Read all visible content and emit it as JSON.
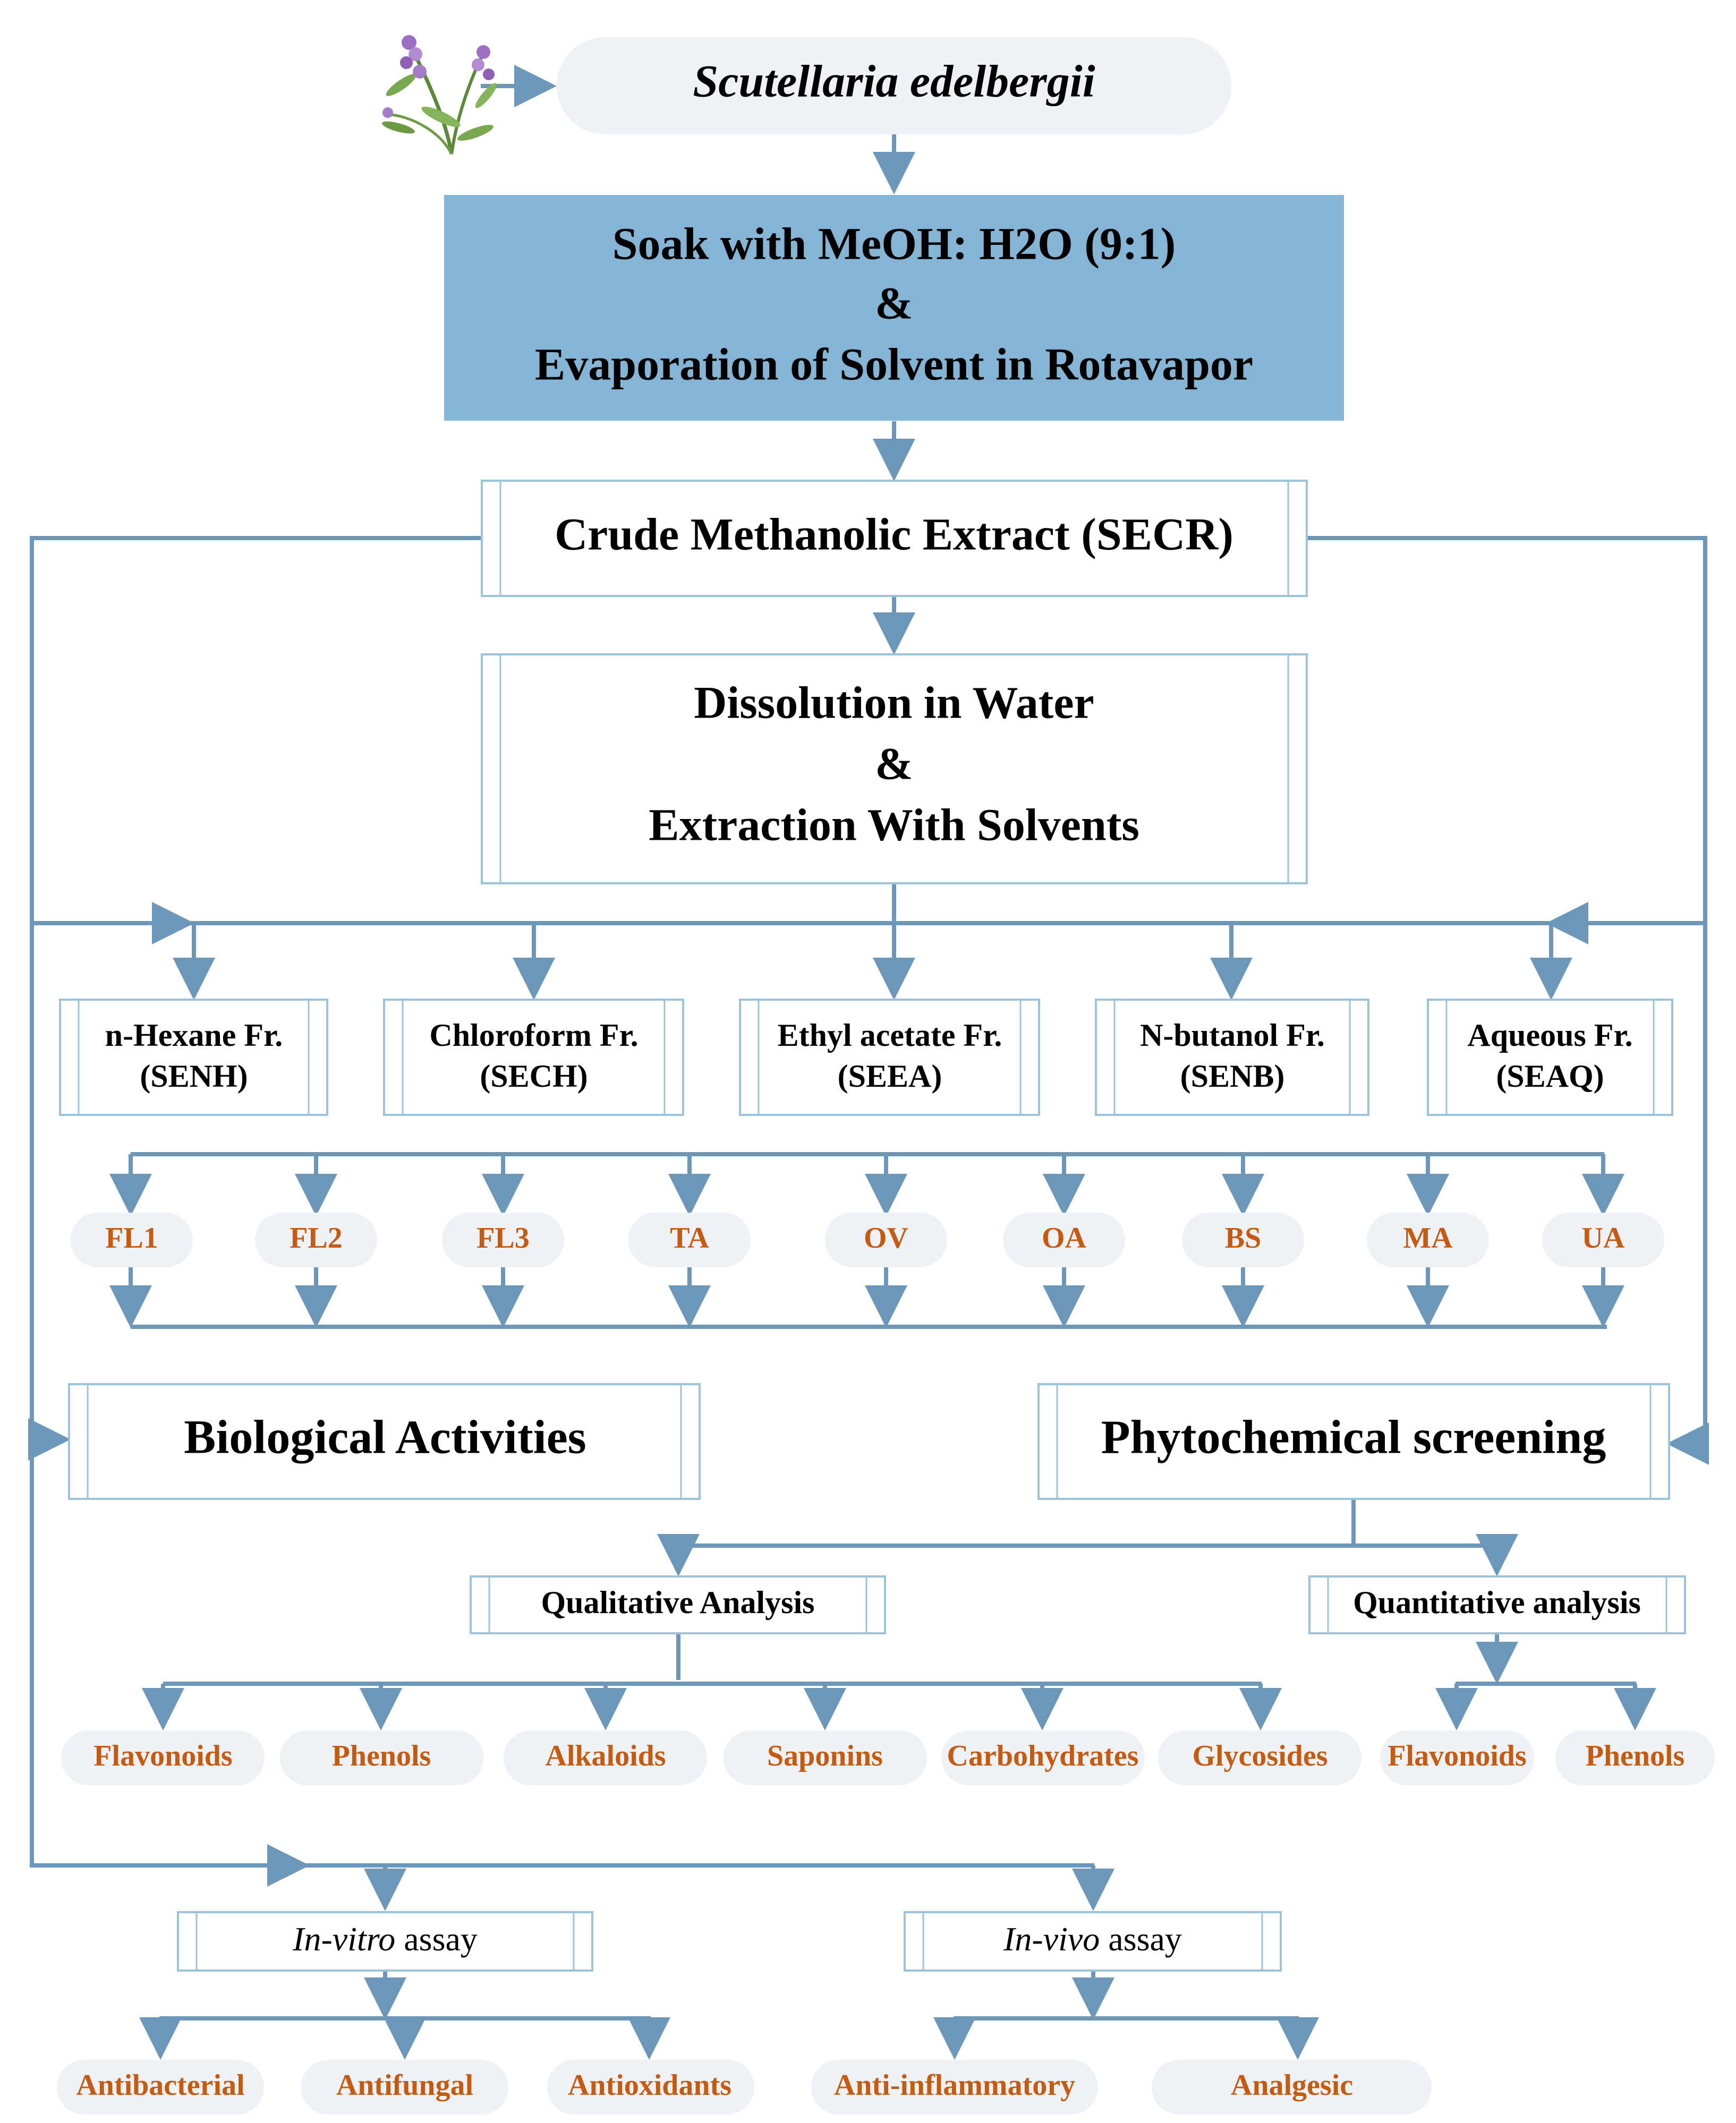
{
  "colors": {
    "line": "#6d97b8",
    "box_fill": "#86b4d4",
    "box_border": "#9cc2dc",
    "pill_fill": "#eef2f6",
    "orange_text": "#c55a11",
    "dark_text": "#000000"
  },
  "icons": {
    "plant": "plant-icon"
  },
  "title": {
    "species": "Scutellaria edelbergii"
  },
  "steps": {
    "soak": {
      "line1": "Soak with MeOH: H2O (9:1)",
      "amp": "&",
      "line2": "Evaporation of Solvent in Rotavapor"
    },
    "crude": "Crude Methanolic Extract (SECR)",
    "dissolution": {
      "line1": "Dissolution in Water",
      "amp": "&",
      "line2": "Extraction With Solvents"
    }
  },
  "fractions": [
    {
      "name": "n-Hexane Fr.",
      "code": "(SENH)"
    },
    {
      "name": "Chloroform Fr.",
      "code": "(SECH)"
    },
    {
      "name": "Ethyl acetate Fr.",
      "code": "(SEEA)"
    },
    {
      "name": "N-butanol Fr.",
      "code": "(SENB)"
    },
    {
      "name": "Aqueous Fr.",
      "code": "(SEAQ)"
    }
  ],
  "compounds": [
    "FL1",
    "FL2",
    "FL3",
    "TA",
    "OV",
    "OA",
    "BS",
    "MA",
    "UA"
  ],
  "biological_activities": "Biological Activities",
  "phytochemical_screening": "Phytochemical screening",
  "qualitative": {
    "label": "Qualitative Analysis",
    "items": [
      "Flavonoids",
      "Phenols",
      "Alkaloids",
      "Saponins",
      "Carbohydrates",
      "Glycosides"
    ]
  },
  "quantitative": {
    "label": "Quantitative analysis",
    "items": [
      "Flavonoids",
      "Phenols"
    ]
  },
  "in_vitro": {
    "label_italic": "In-vitro",
    "label_rest": " assay",
    "items": [
      "Antibacterial",
      "Antifungal",
      "Antioxidants"
    ]
  },
  "in_vivo": {
    "label_italic": "In-vivo",
    "label_rest": " assay",
    "items": [
      "Anti-inflammatory",
      "Analgesic"
    ]
  }
}
